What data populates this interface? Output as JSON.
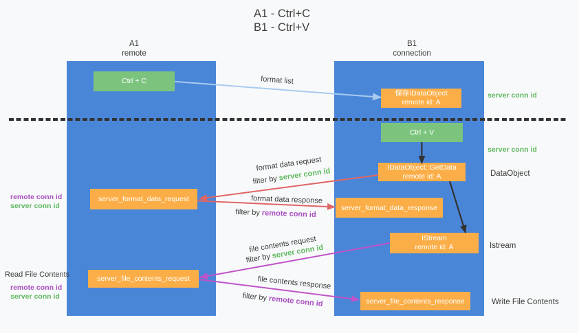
{
  "title": {
    "line1": "A1 - Ctrl+C",
    "line2": "B1 - Ctrl+V"
  },
  "lanes": {
    "a1": {
      "name": "A1",
      "subtitle": "remote"
    },
    "b1": {
      "name": "B1",
      "subtitle": "connection"
    }
  },
  "nodes": {
    "ctrl_c": {
      "label": "Ctrl + C"
    },
    "save_dataobject": {
      "line1": "保存IDataObject",
      "line2": "remote id: A"
    },
    "ctrl_v": {
      "label": "Ctrl + V"
    },
    "getdata": {
      "line1": "IDataObject::GetData",
      "line2": "remote id: A"
    },
    "format_request": {
      "label": "server_format_data_request"
    },
    "format_response": {
      "label": "server_format_data_response"
    },
    "istream": {
      "line1": "IStream",
      "line2": "remote id: A"
    },
    "file_request": {
      "label": "server_file_contents_request"
    },
    "file_response": {
      "label": "server_file_contents_response"
    }
  },
  "edges": {
    "format_list": {
      "label": "format list"
    },
    "format_request": {
      "label": "format data request",
      "filter_prefix": "filter by ",
      "filter_key": "server conn id"
    },
    "format_response": {
      "label": "format data response",
      "filter_prefix": "filter by ",
      "filter_key": "remote conn id"
    },
    "file_request": {
      "label": "file contents request",
      "filter_prefix": "filter by ",
      "filter_key": "server conn id"
    },
    "file_response": {
      "label": "file contents response",
      "filter_prefix": "filter by ",
      "filter_key": "remote conn id"
    }
  },
  "annotations": {
    "left_format": {
      "line1": "remote conn id",
      "line2": "server conn id"
    },
    "read_title": "Read File Contents",
    "left_file": {
      "line1": "remote conn id",
      "line2": "server conn id"
    },
    "right_conn_top": "server conn id",
    "right_conn_mid": "server conn id",
    "right_dataobject": "DataObject",
    "right_istream": "Istream",
    "right_write": "Write File Contents"
  },
  "colors": {
    "background": "#f8f9fa",
    "lane_fill": "#4a86d8",
    "node_orange": "#fbab40",
    "node_green": "#7cc47e",
    "arrow_black": "#333333",
    "arrow_red": "#e06666",
    "arrow_magenta": "#bf53c8",
    "arrow_lightblue": "#a8cbf0",
    "text_dark": "#3b3b3b",
    "key_server_green": "#61b861",
    "key_remote_purple": "#a94fc0"
  }
}
